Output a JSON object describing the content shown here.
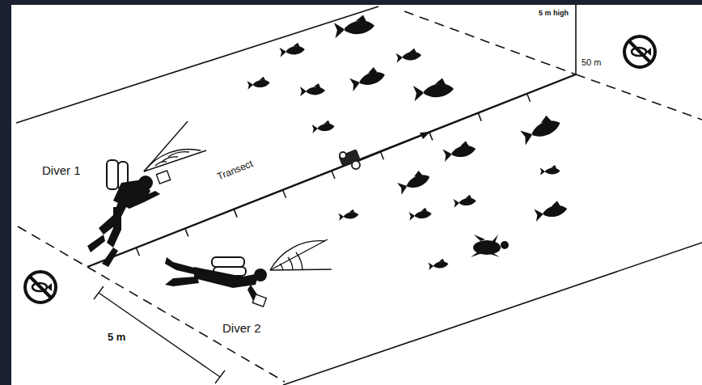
{
  "diagram": {
    "labels": [
      "5 m high",
      "50 m",
      "Diver 1",
      "Transect",
      "Diver 2",
      "5 m"
    ]
  }
}
